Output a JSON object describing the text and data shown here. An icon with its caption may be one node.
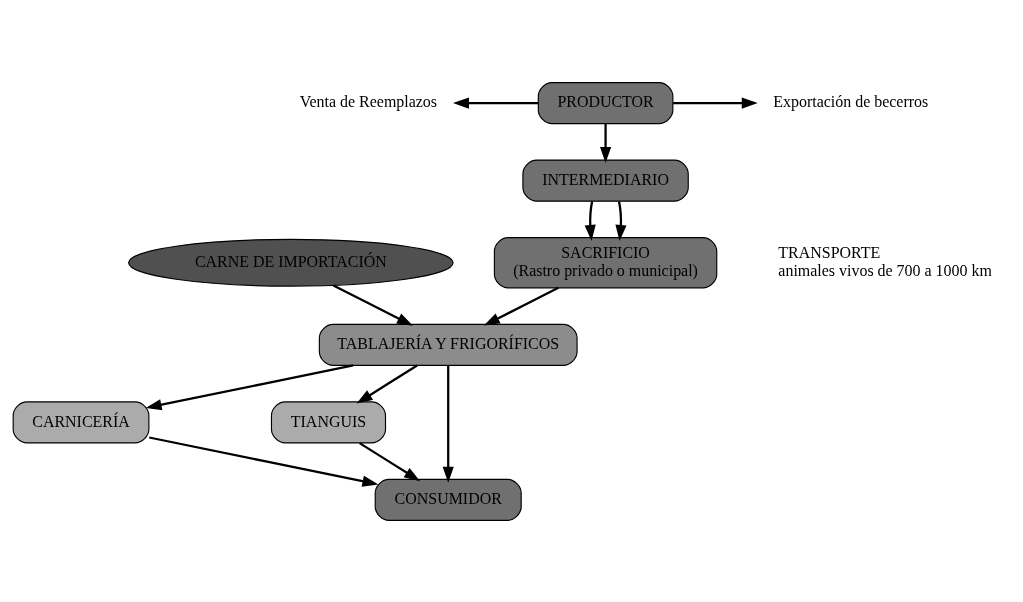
{
  "diagram": {
    "nodes": [
      {
        "text": [
          "Venta de Reemplazos"
        ]
      },
      {
        "text": [
          "PRODUCTOR"
        ]
      },
      {
        "text": [
          "Exportación de becerros"
        ]
      },
      {
        "text": [
          "INTERMEDIARIO"
        ]
      },
      {
        "text": [
          "SACRIFICIO",
          "(Rastro privado o municipal)"
        ]
      },
      {
        "text": [
          "CARNE DE IMPORTACIÓN"
        ]
      },
      {
        "text": [
          "TABLAJERÍA Y FRIGORÍFICOS"
        ]
      },
      {
        "text": [
          "CARNICERÍA"
        ]
      },
      {
        "text": [
          "TIANGUIS"
        ]
      },
      {
        "text": [
          "CONSUMIDOR"
        ]
      }
    ],
    "edges": [
      {
        "from": 1,
        "to": 0,
        "arrow": "to"
      },
      {
        "from": 1,
        "to": 2,
        "arrow": "to"
      },
      {
        "from": 1,
        "to": 3,
        "arrow": "to"
      },
      {
        "from": 3,
        "to": 4,
        "arrow": "to"
      },
      {
        "from": 3,
        "to": 4,
        "arrow": "to"
      },
      {
        "from": 4,
        "to": 6,
        "arrow": "to"
      },
      {
        "from": 5,
        "to": 6,
        "arrow": "to"
      },
      {
        "from": 6,
        "to": 7,
        "arrow": "to"
      },
      {
        "from": 6,
        "to": 8,
        "arrow": "to"
      },
      {
        "from": 6,
        "to": 9,
        "arrow": "to"
      },
      {
        "from": 7,
        "to": 9,
        "arrow": "to"
      },
      {
        "from": 8,
        "to": 9,
        "arrow": "to"
      }
    ],
    "labels": [
      "TRANSPORTE",
      "animales vivos de 700 a 1000 km"
    ]
  }
}
